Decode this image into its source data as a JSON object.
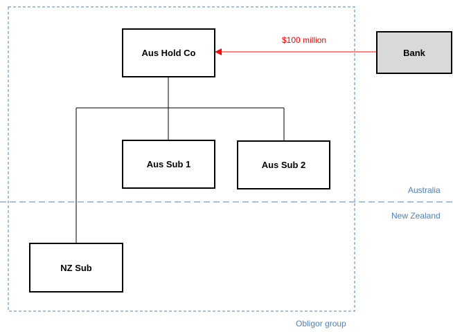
{
  "entities": {
    "aus_hold_co": "Aus Hold Co",
    "bank": "Bank",
    "aus_sub_1": "Aus Sub 1",
    "aus_sub_2": "Aus Sub 2",
    "nz_sub": "NZ Sub"
  },
  "loan": {
    "amount": "$100 million",
    "color": "#ff0000"
  },
  "regions": {
    "australia": "Australia",
    "new_zealand": "New Zealand",
    "obligor_group": "Obligor group",
    "label_color": "#4f81bd"
  }
}
